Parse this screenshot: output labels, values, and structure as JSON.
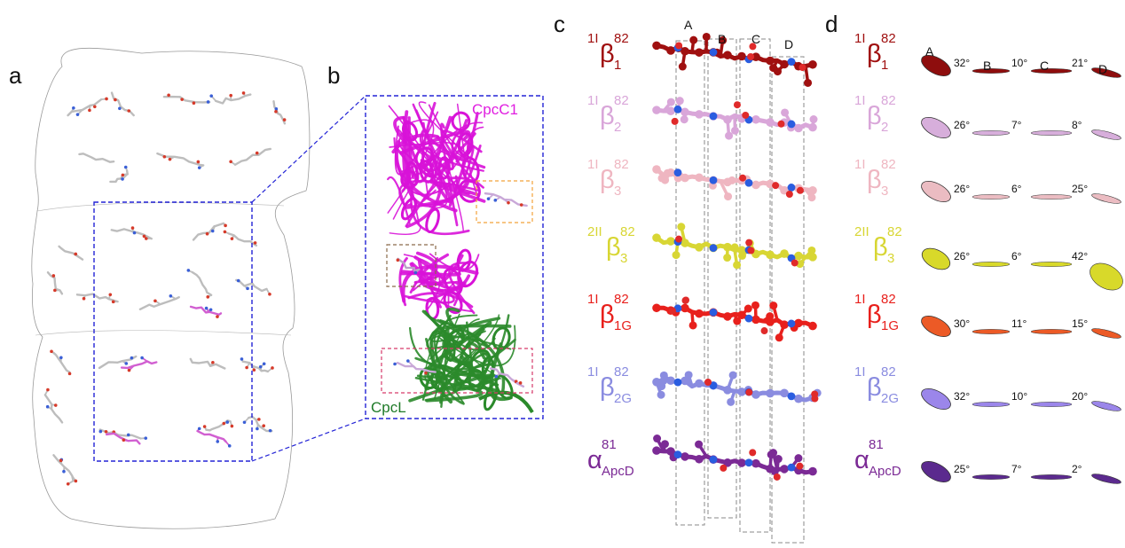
{
  "panels": {
    "a": "a",
    "b": "b",
    "c": "c",
    "d": "d"
  },
  "panel_b": {
    "chain1": "CpcC1",
    "chain2": "CpcL"
  },
  "rings": [
    "A",
    "B",
    "C",
    "D"
  ],
  "rows": [
    {
      "sup": "1I",
      "base": "β",
      "sup2": "82",
      "sub": "1",
      "color": "#a01010",
      "ellipse": "#8e0d0d",
      "angles": [
        "32°",
        "10°",
        "21°"
      ]
    },
    {
      "sup": "1I",
      "base": "β",
      "sup2": "82",
      "sub": "2",
      "color": "#d9a6d9",
      "ellipse": "#d7aedb",
      "angles": [
        "26°",
        "7°",
        "8°"
      ]
    },
    {
      "sup": "1I",
      "base": "β",
      "sup2": "82",
      "sub": "3",
      "color": "#efb6c1",
      "ellipse": "#ebbcc2",
      "angles": [
        "26°",
        "6°",
        "25°"
      ]
    },
    {
      "sup": "2II",
      "base": "β",
      "sup2": "82",
      "sub": "3",
      "color": "#d8d634",
      "ellipse": "#d8d92a",
      "angles": [
        "26°",
        "6°",
        "42°"
      ]
    },
    {
      "sup": "1I",
      "base": "β",
      "sup2": "82",
      "sub": "1G",
      "color": "#e8201c",
      "ellipse": "#ec5a26",
      "angles": [
        "30°",
        "11°",
        "15°"
      ]
    },
    {
      "sup": "1I",
      "base": "β",
      "sup2": "82",
      "sub": "2G",
      "color": "#8a8ce0",
      "ellipse": "#9b86ea",
      "angles": [
        "32°",
        "10°",
        "20°"
      ]
    },
    {
      "sup": "",
      "base": "α",
      "sup2": "81",
      "sub": "ApcD",
      "color": "#7b2a95",
      "ellipse": "#5b2a8e",
      "angles": [
        "25°",
        "7°",
        "2°"
      ]
    }
  ]
}
